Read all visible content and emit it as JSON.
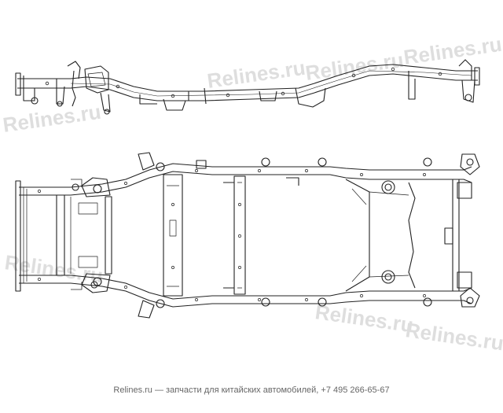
{
  "watermark": {
    "text": "Relines.ru",
    "color": "#d4d4d4"
  },
  "footer": {
    "text": "Relines.ru — запчасти для китайских автомобилей, +7 495 266-65-67"
  },
  "diagram": {
    "subject": "vehicle frame assembly",
    "views": [
      "side elevation",
      "top plan"
    ],
    "line_color": "#222222"
  }
}
